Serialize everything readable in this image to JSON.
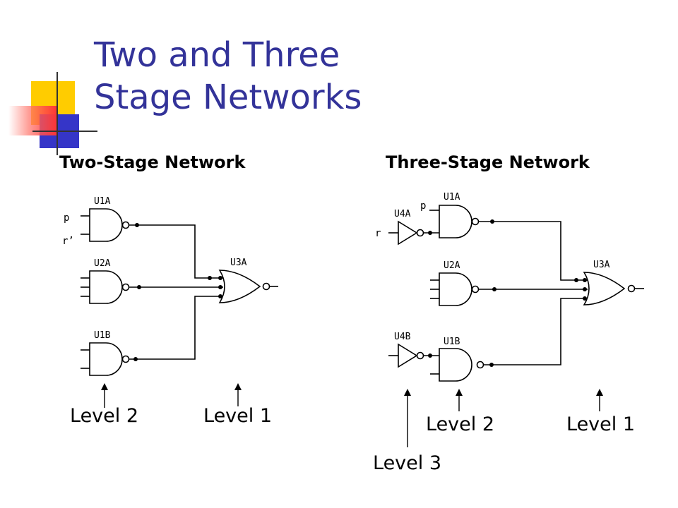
{
  "slide": {
    "title_line1": "Two and Three",
    "title_line2": "Stage Networks"
  },
  "two_stage": {
    "heading": "Two-Stage Network",
    "gates": {
      "g1": "U1A",
      "g2": "U2A",
      "g3": "U1B",
      "out": "U3A"
    },
    "inputs": {
      "p": "p",
      "r": "r’"
    },
    "levels": {
      "level2": "Level 2",
      "level1": "Level 1"
    }
  },
  "three_stage": {
    "heading": "Three-Stage Network",
    "gates": {
      "g1": "U1A",
      "g2": "U2A",
      "g3": "U1B",
      "out": "U3A",
      "inv1": "U4A",
      "inv2": "U4B"
    },
    "inputs": {
      "p": "p",
      "r": "r"
    },
    "levels": {
      "level3": "Level 3",
      "level2": "Level 2",
      "level1": "Level 1"
    }
  },
  "colors": {
    "title": "#333399",
    "deco_yellow": "#ffcc00",
    "deco_blue": "#3333cc",
    "deco_red": "#ff3333"
  }
}
